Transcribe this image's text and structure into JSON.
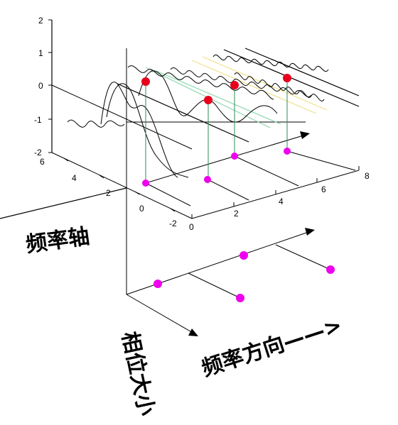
{
  "vertical_axis_ticks": [
    "2",
    "1",
    "0",
    "-1",
    "-2"
  ],
  "left_axis_ticks": [
    "6",
    "4",
    "2",
    "0",
    "-2"
  ],
  "frequency_axis_ticks": [
    "0",
    "2",
    "4",
    "6",
    "8"
  ],
  "labels": {
    "frequency_axis": "频率轴",
    "phase_magnitude": "相位大小",
    "frequency_direction": "频率方向——>"
  },
  "colors": {
    "axis": "#000000",
    "stem": "#2e8b57",
    "amplitude_point": "#e8001c",
    "phase_point": "#ee00ee",
    "wave": "#000000",
    "track_green": "#8fd8b0",
    "track_yellow": "#f0e08a"
  }
}
